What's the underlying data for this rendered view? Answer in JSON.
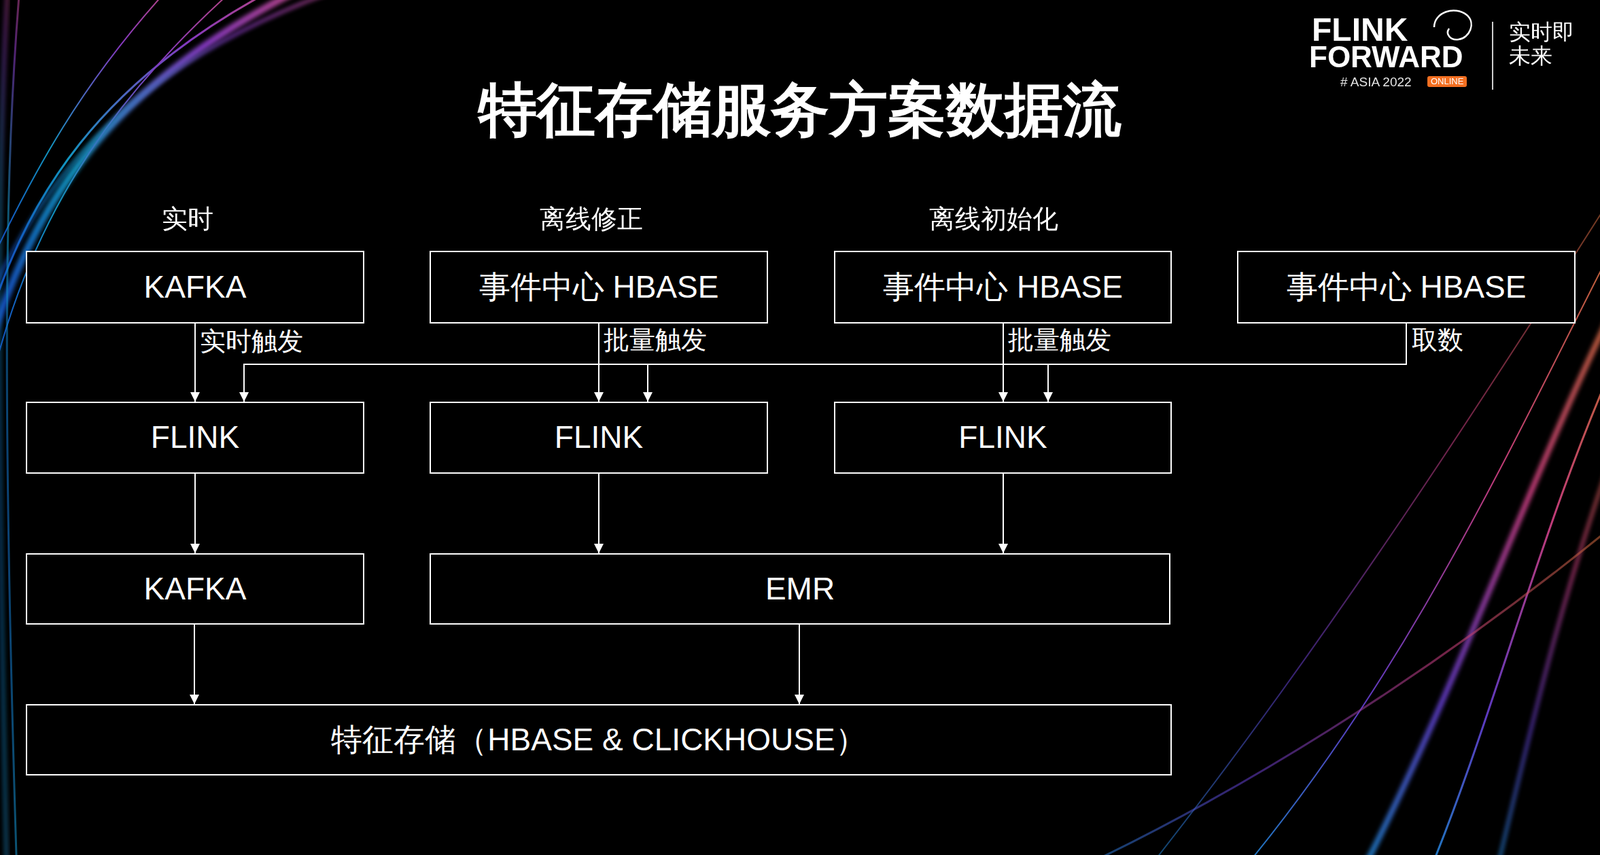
{
  "diagram": {
    "title": "特征存储服务方案数据流",
    "nodes": [
      {
        "text": [
          "KAFKA"
        ]
      },
      {
        "text": [
          "事件中心 HBASE"
        ]
      },
      {
        "text": [
          "事件中心 HBASE"
        ]
      },
      {
        "text": [
          "事件中心 HBASE"
        ]
      },
      {
        "text": [
          "FLINK"
        ]
      },
      {
        "text": [
          "FLINK"
        ]
      },
      {
        "text": [
          "FLINK"
        ]
      },
      {
        "text": [
          "KAFKA"
        ]
      },
      {
        "text": [
          "EMR"
        ]
      },
      {
        "text": [
          "特征存储（HBASE & CLICKHOUSE）"
        ]
      }
    ],
    "edges": [
      {
        "from": 0,
        "to": 4,
        "label": "实时触发",
        "arrow": "to"
      },
      {
        "from": 1,
        "to": 5,
        "label": "批量触发",
        "arrow": "to"
      },
      {
        "from": 2,
        "to": 6,
        "label": "批量触发",
        "arrow": "to"
      },
      {
        "from": 3,
        "to": 6,
        "label": "取数",
        "arrow": "to"
      },
      {
        "from": 3,
        "to": 5,
        "arrow": "to"
      },
      {
        "from": 3,
        "to": 4,
        "arrow": "to"
      },
      {
        "from": 4,
        "to": 7,
        "arrow": "to"
      },
      {
        "from": 5,
        "to": 8,
        "arrow": "to"
      },
      {
        "from": 6,
        "to": 8,
        "arrow": "to"
      },
      {
        "from": 7,
        "to": 9,
        "arrow": "to"
      },
      {
        "from": 8,
        "to": 9,
        "arrow": "to"
      }
    ],
    "labels": [
      "实时",
      "离线修正",
      "离线初始化",
      "FLINK",
      "FORWARD",
      "# ASIA 2022",
      "ONLINE",
      "实时即未来"
    ]
  }
}
